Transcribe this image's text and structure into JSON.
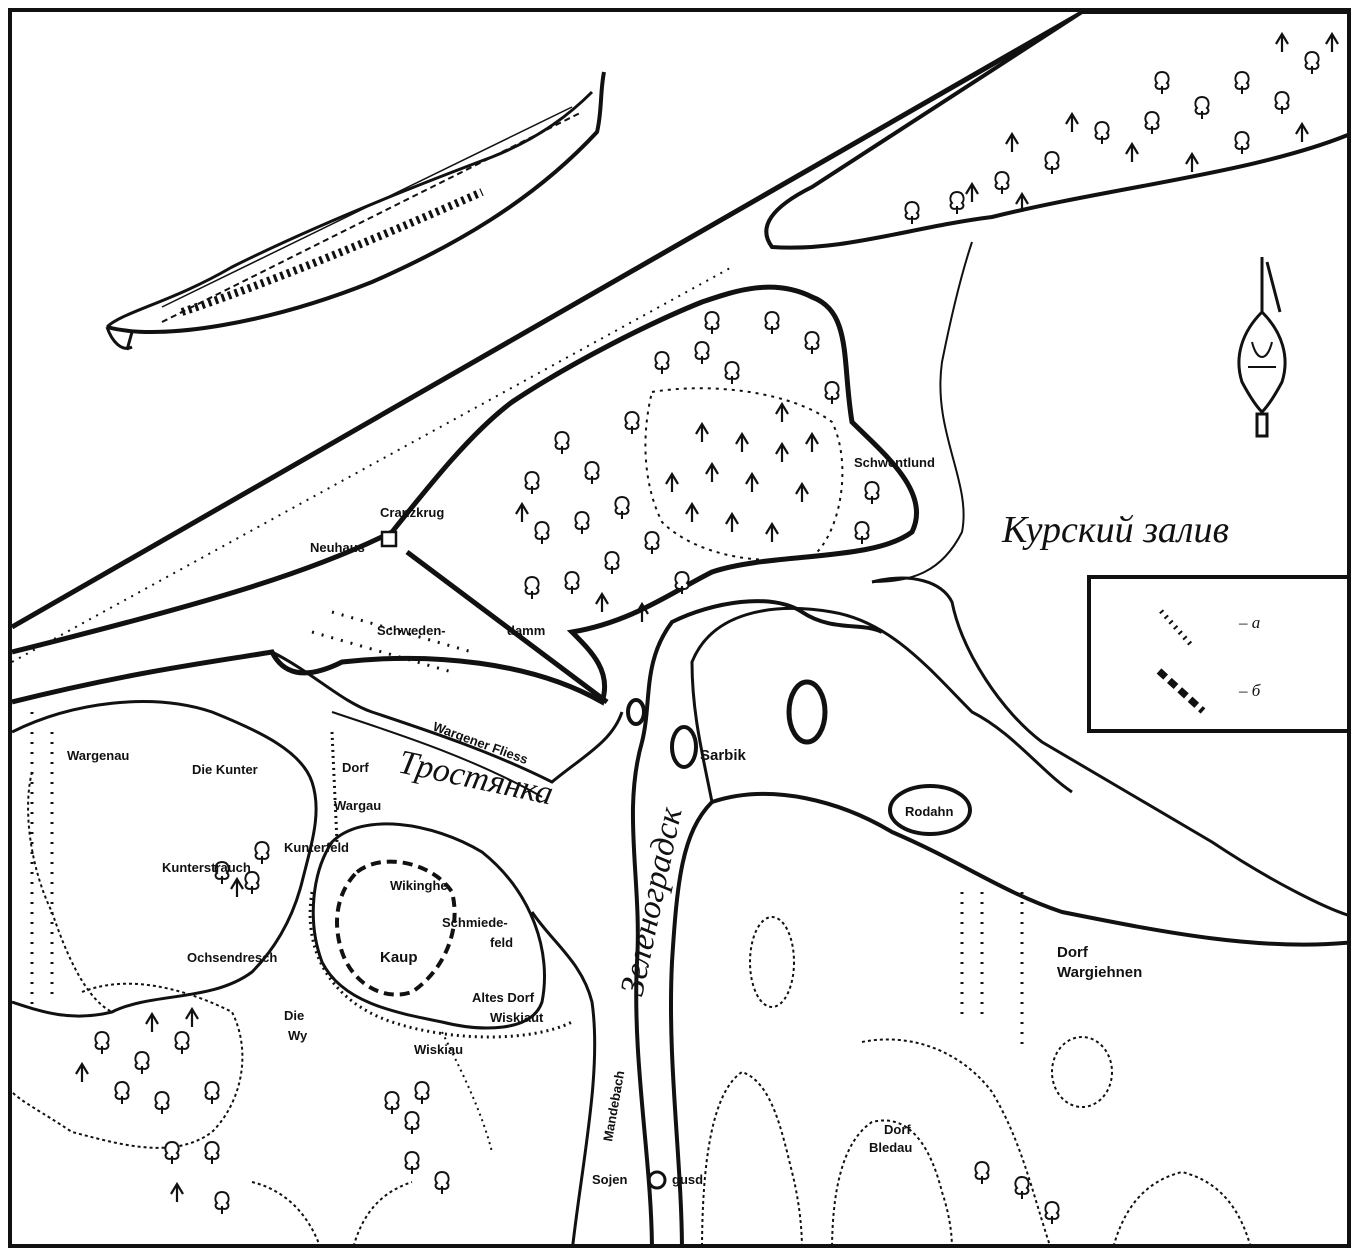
{
  "map": {
    "water_label": "Курский залив",
    "river_label": "Тростянка",
    "road_label": "Зеленоградск",
    "place_labels": [
      {
        "id": "cranzkrug",
        "text": "Cranzkrug"
      },
      {
        "id": "neuhaus",
        "text": "Neuhaus"
      },
      {
        "id": "schwedendamm-1",
        "text": "Schweden-"
      },
      {
        "id": "schwedendamm-2",
        "text": "damm"
      },
      {
        "id": "schwentlund",
        "text": "Schwentlund"
      },
      {
        "id": "wargenau",
        "text": "Wargenau"
      },
      {
        "id": "die-kunter",
        "text": "Die Kunter"
      },
      {
        "id": "dorf",
        "text": "Dorf"
      },
      {
        "id": "wargau",
        "text": "Wargau"
      },
      {
        "id": "kunterfeld",
        "text": "Kunterfeld"
      },
      {
        "id": "kunterstrauch",
        "text": "Kunterstrauch"
      },
      {
        "id": "wikinghe",
        "text": "Wikinghe"
      },
      {
        "id": "schmiede-1",
        "text": "Schmiede-"
      },
      {
        "id": "schmiede-2",
        "text": "feld"
      },
      {
        "id": "kaup",
        "text": "Kaup"
      },
      {
        "id": "ochsendresch",
        "text": "Ochsendresch"
      },
      {
        "id": "die-wy-1",
        "text": "Die"
      },
      {
        "id": "die-wy-2",
        "text": "Wy"
      },
      {
        "id": "altes-dorf-1",
        "text": "Altes Dorf"
      },
      {
        "id": "altes-dorf-2",
        "text": "Wiskiaut"
      },
      {
        "id": "wiskiau",
        "text": "Wiskiau"
      },
      {
        "id": "sarbik",
        "text": "Sarbik"
      },
      {
        "id": "rodahn",
        "text": "Rodahn"
      },
      {
        "id": "dorf-wargiehnen-1",
        "text": "Dorf"
      },
      {
        "id": "dorf-wargiehnen-2",
        "text": "Wargiehnen"
      },
      {
        "id": "dorf-bledau-1",
        "text": "Dorf"
      },
      {
        "id": "dorf-bledau-2",
        "text": "Bledau"
      },
      {
        "id": "sojen",
        "text": "Sojen"
      },
      {
        "id": "gusd",
        "text": "gusd"
      },
      {
        "id": "wargener-fliess",
        "text": "Wargener Fliess"
      },
      {
        "id": "mandebach",
        "text": "Mandebach"
      }
    ]
  },
  "legend": {
    "items": [
      {
        "style": "dotted",
        "label": "– а"
      },
      {
        "style": "dashed",
        "label": "– б"
      }
    ]
  },
  "colors": {
    "ink": "#111111",
    "paper": "#ffffff"
  }
}
